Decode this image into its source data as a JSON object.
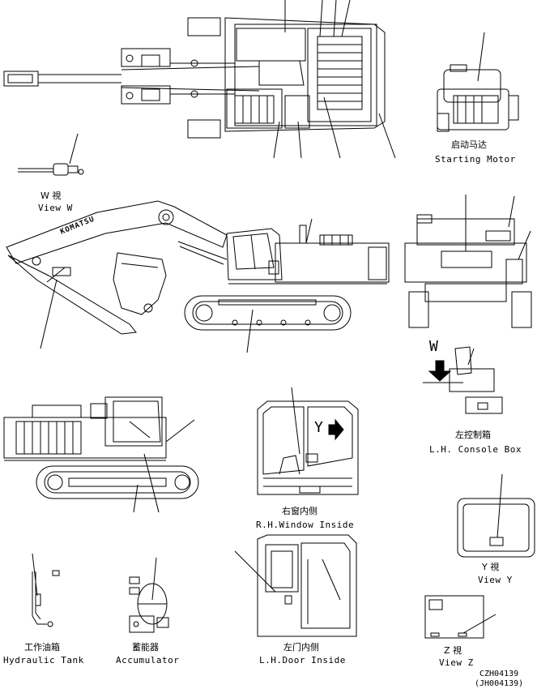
{
  "labels": {
    "starting_motor_cn": "启动马达",
    "starting_motor_en": "Starting Motor",
    "view_w_cn": "W 視",
    "view_w_en": "View W",
    "marker_w": "W",
    "marker_y": "Y",
    "console_cn": "左控制箱",
    "console_en": "L.H. Console Box",
    "rh_window_cn": "右窗内侧",
    "rh_window_en": "R.H.Window Inside",
    "view_y_cn": "Y 視",
    "view_y_en": "View Y",
    "hydraulic_cn": "工作油箱",
    "hydraulic_en": "Hydraulic Tank",
    "accumulator_cn": "蓄能器",
    "accumulator_en": "Accumulator",
    "lh_door_cn": "左门内侧",
    "lh_door_en": "L.H.Door Inside",
    "view_z_cn": "Z 視",
    "view_z_en": "View Z",
    "boom_brand": "KOMATSU"
  },
  "codes": {
    "drawing_no": "CZH04139",
    "alt_no": "(JH004139)"
  }
}
